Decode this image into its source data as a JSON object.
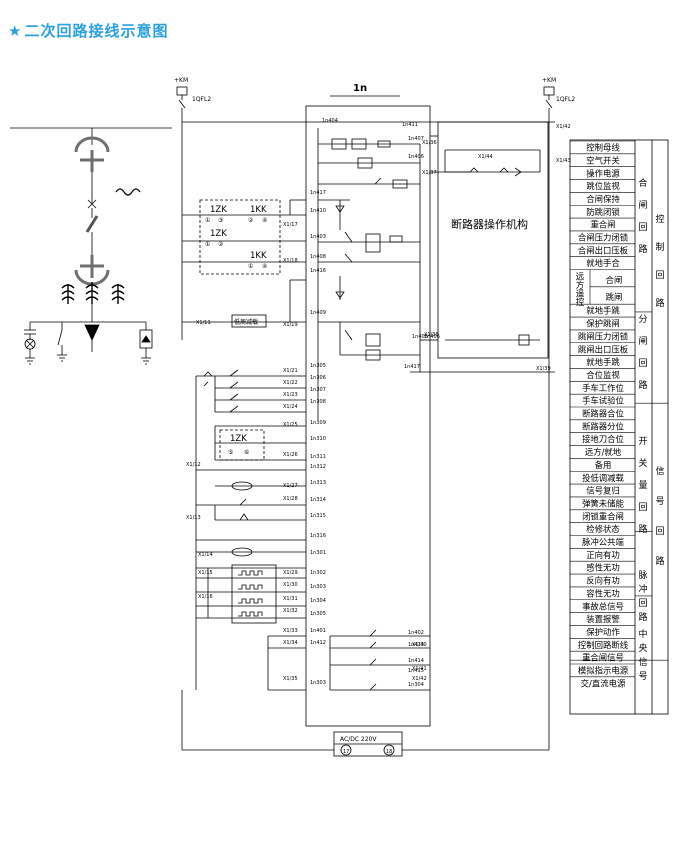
{
  "title": "二次回路接线示意图",
  "title_star": "★",
  "module": "1n",
  "mechanism": "断路器操作机构",
  "km_plus": "+KM",
  "fuse_left": "1QFL2",
  "fuse_right": "1QFL2",
  "zk1": "1ZK",
  "zk2": "1ZK",
  "zk3": "1ZK",
  "kk1": "1KK",
  "kk2": "1KK",
  "low_freq": "低周减载",
  "power_label": "AC/DC 220V",
  "pin17": "17",
  "pin18": "18",
  "pins1": [
    "①",
    "③",
    "②",
    "④"
  ],
  "pins2": [
    "①",
    "②",
    "①",
    "④"
  ],
  "pins3": [
    "⑤",
    "⑥"
  ],
  "right_labels": [
    "控制母线",
    "空气开关",
    "操作电源",
    "跳位监视",
    "合闸保持",
    "防跳闭锁",
    "重合闸",
    "合闸压力闭锁",
    "合闸出口压板",
    "就地手合",
    "合闸",
    "跳闸",
    "就地手跳",
    "保护跳闸",
    "跳闸压力闭锁",
    "跳闸出口压板",
    "就地手跳",
    "合位监视",
    "手车工作位",
    "手车试验位",
    "断路器合位",
    "断路器分位",
    "接地刀合位",
    "远方/就地",
    "备用",
    "投低调减载",
    "信号复归",
    "弹簧未储能",
    "闭锁重合闸",
    "检修状态",
    "脉冲公共端",
    "正向有功",
    "感性无功",
    "反向有功",
    "容性无功",
    "事故总信号",
    "装置报警",
    "保护动作",
    "控制回路断线",
    "重合闸信号",
    "模拟指示电源",
    "交/直流电源"
  ],
  "remote_label": "远方遥控",
  "group_labels": {
    "close": [
      "合",
      "闸",
      "回",
      "路"
    ],
    "control": [
      "控",
      "制",
      "回",
      "路"
    ],
    "trip": [
      "分",
      "闸",
      "回",
      "路"
    ],
    "switch": [
      "开",
      "关",
      "量",
      "回",
      "路"
    ],
    "signal": [
      "信",
      "号",
      "回",
      "路"
    ],
    "pulse": [
      "脉",
      "冲",
      "回",
      "路"
    ],
    "central": [
      "中",
      "央",
      "信",
      "号"
    ]
  },
  "left_terminals": [
    "1n404",
    "1n411",
    "1n407",
    "1n406",
    "1n417",
    "1n410",
    "1n403",
    "1n408",
    "1n416",
    "1n409",
    "1n305",
    "1n306",
    "1n307",
    "1n308",
    "1n309",
    "1n310",
    "1n311",
    "1n312",
    "1n313",
    "1n314",
    "1n315",
    "1n316",
    "1n301",
    "1n302",
    "1n303",
    "1n304",
    "1n305",
    "1n401",
    "1n412",
    "1n303"
  ],
  "x_terminals": [
    "X1/36",
    "X1/37",
    "X1/17",
    "X1/18",
    "X1/11",
    "X1/19",
    "X1/21",
    "X1/22",
    "X1/23",
    "X1/24",
    "X1/25",
    "X1/26",
    "X1/27",
    "X1/28",
    "X1/12",
    "X1/13",
    "X1/14",
    "X1/15",
    "X1/16",
    "X1/29",
    "X1/30",
    "X1/31",
    "X1/32",
    "X1/33",
    "X1/34",
    "X1/35",
    "X1/42",
    "X1/43",
    "X1/44",
    "X1/39",
    "X1/38",
    "X1/40",
    "X1/41",
    "X1/42"
  ],
  "right_terminals": [
    "1n402",
    "1n413",
    "1n414",
    "1n415",
    "1n304",
    "1n417",
    "1n405",
    "1n406"
  ]
}
